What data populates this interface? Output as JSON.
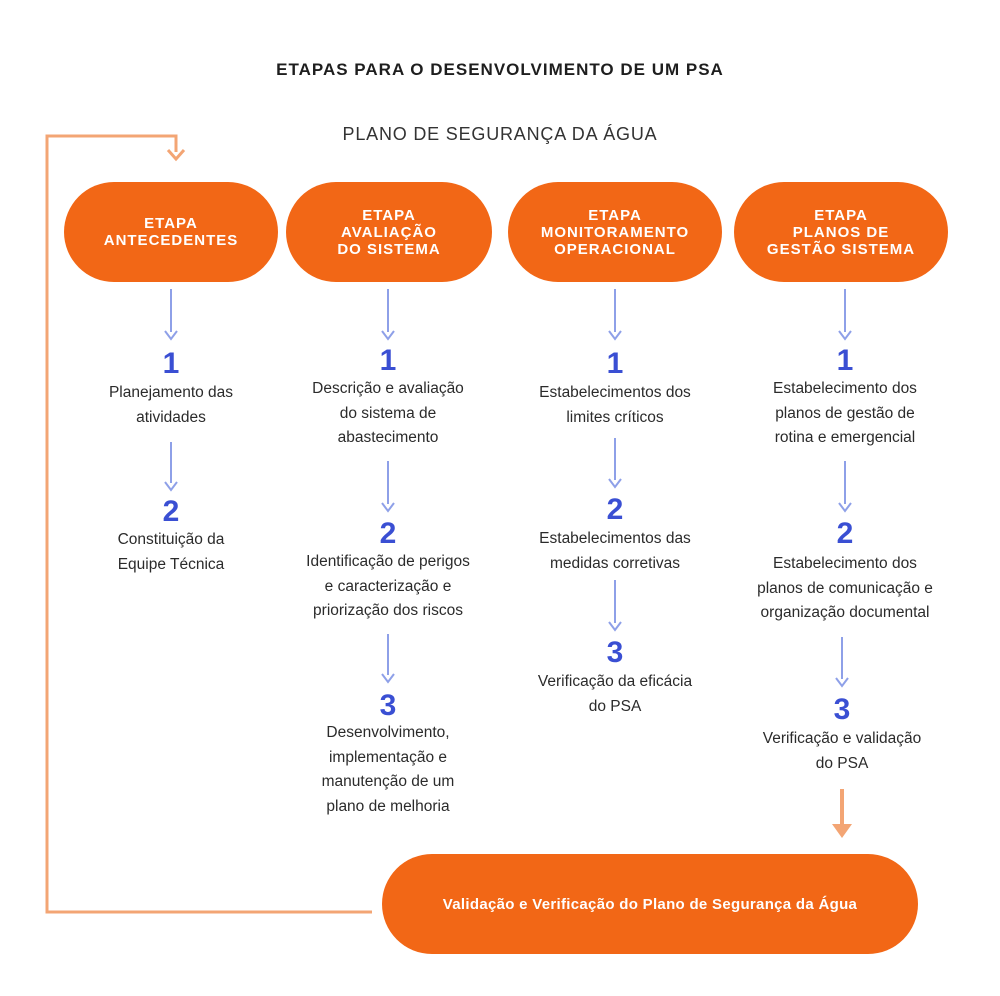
{
  "title": "ETAPAS PARA O DESENVOLVIMENTO DE UM PSA",
  "subtitle": "PLANO DE SEGURANÇA DA ÁGUA",
  "colors": {
    "accent_orange": "#f26716",
    "feedback_line": "#f3a574",
    "step_number_blue": "#3a4fd3",
    "arrow_blue": "#8ea0e8"
  },
  "stages": [
    {
      "lines": [
        "ETAPA",
        "ANTECEDENTES"
      ],
      "steps": [
        {
          "number": "1",
          "lines": [
            "Planejamento das",
            "atividades"
          ]
        },
        {
          "number": "2",
          "lines": [
            "Constituição da",
            "Equipe Técnica"
          ]
        }
      ]
    },
    {
      "lines": [
        "ETAPA",
        "AVALIAÇÃO",
        "DO SISTEMA"
      ],
      "steps": [
        {
          "number": "1",
          "lines": [
            "Descrição e avaliação",
            "do sistema de",
            "abastecimento"
          ]
        },
        {
          "number": "2",
          "lines": [
            "Identificação de perigos",
            "e caracterização e",
            "priorização dos riscos"
          ]
        },
        {
          "number": "3",
          "lines": [
            "Desenvolvimento,",
            "implementação e",
            "manutenção de um",
            "plano de melhoria"
          ]
        }
      ]
    },
    {
      "lines": [
        "ETAPA",
        "MONITORAMENTO",
        "OPERACIONAL"
      ],
      "steps": [
        {
          "number": "1",
          "lines": [
            "Estabelecimentos dos",
            "limites críticos"
          ]
        },
        {
          "number": "2",
          "lines": [
            "Estabelecimentos das",
            "medidas corretivas"
          ]
        },
        {
          "number": "3",
          "lines": [
            "Verificação da eficácia",
            "do PSA"
          ]
        }
      ]
    },
    {
      "lines": [
        "ETAPA",
        "PLANOS DE",
        "GESTÃO SISTEMA"
      ],
      "steps": [
        {
          "number": "1",
          "lines": [
            "Estabelecimento dos",
            "planos de gestão de",
            "rotina e emergencial"
          ]
        },
        {
          "number": "2",
          "lines": [
            "Estabelecimento dos",
            "planos de comunicação e",
            "organização documental"
          ]
        },
        {
          "number": "3",
          "lines": [
            "Verificação e validação",
            "do PSA"
          ]
        }
      ]
    }
  ],
  "final_stage": "Validação e Verificação do Plano de Segurança da Água"
}
